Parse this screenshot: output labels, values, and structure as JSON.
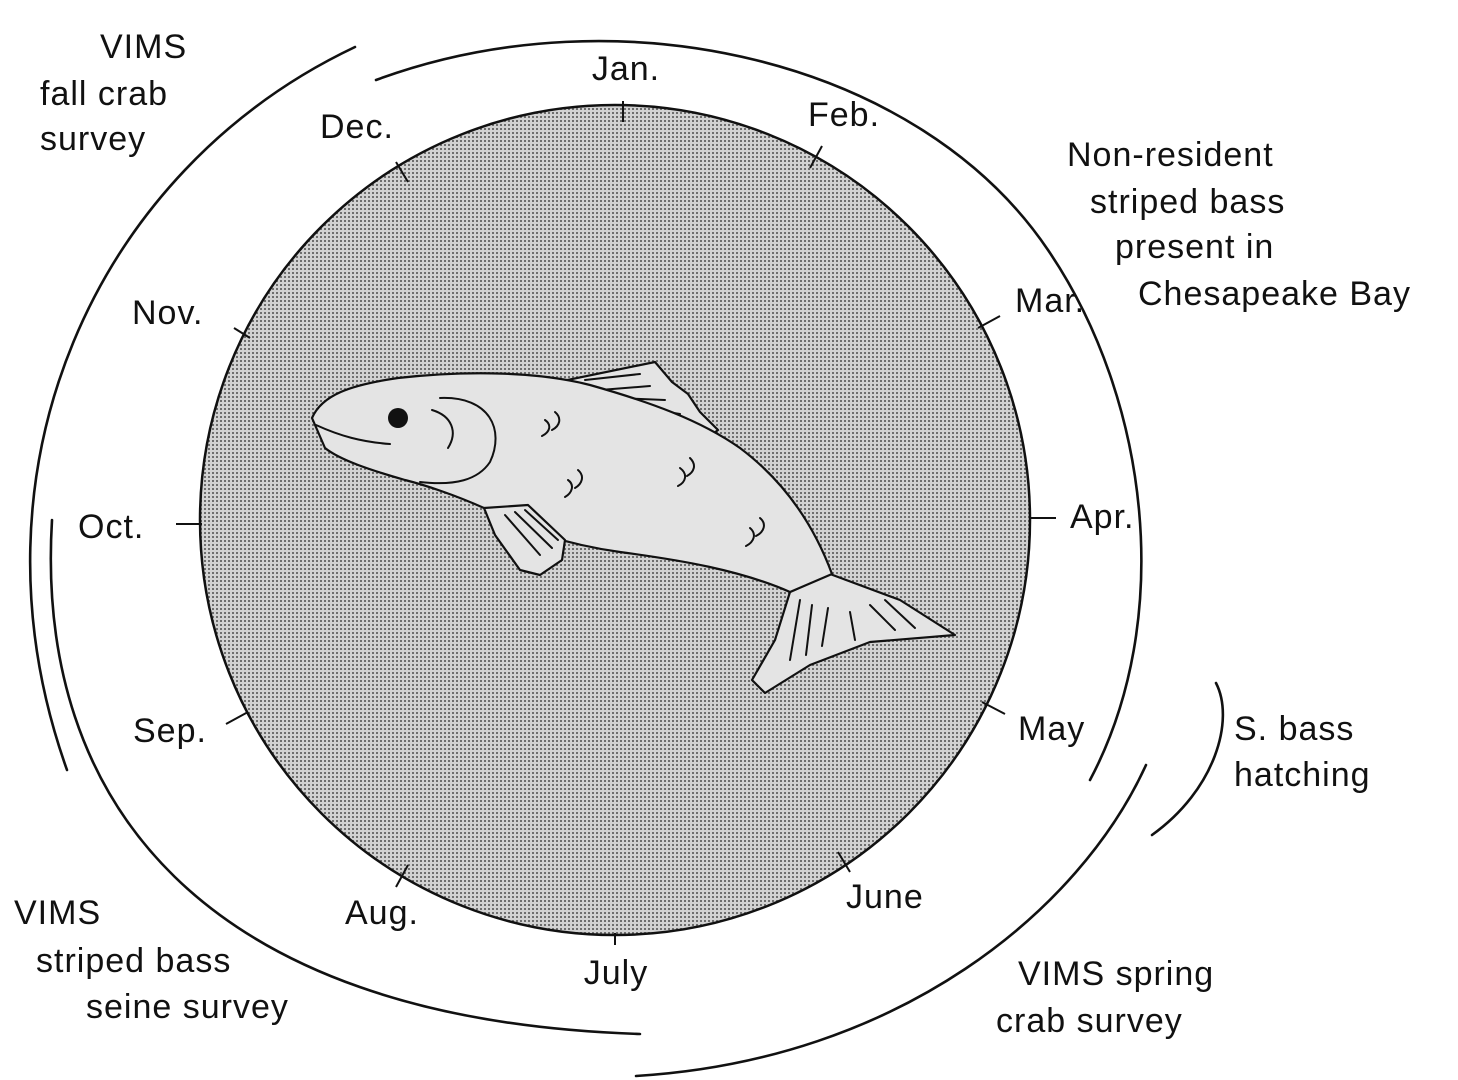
{
  "months": {
    "jan": "Jan.",
    "feb": "Feb.",
    "mar": "Mar.",
    "apr": "Apr.",
    "may": "May",
    "june": "June",
    "july": "July",
    "aug": "Aug.",
    "sep": "Sep.",
    "oct": "Oct.",
    "nov": "Nov.",
    "dec": "Dec."
  },
  "periods": {
    "fall_crab": {
      "lines": [
        "VIMS",
        "fall crab",
        "survey"
      ]
    },
    "non_resident": {
      "lines": [
        "Non-resident",
        "striped bass",
        "present in",
        "Chesapeake Bay"
      ]
    },
    "hatching": {
      "lines": [
        "S. bass",
        "hatching"
      ]
    },
    "spring_crab": {
      "lines": [
        "VIMS spring",
        "crab survey"
      ]
    },
    "seine": {
      "lines": [
        "VIMS",
        "striped bass",
        "seine survey"
      ]
    }
  },
  "colors": {
    "disc_fill": "#bdbdbd",
    "dot": "#6e6e6e",
    "ink": "#111111"
  }
}
